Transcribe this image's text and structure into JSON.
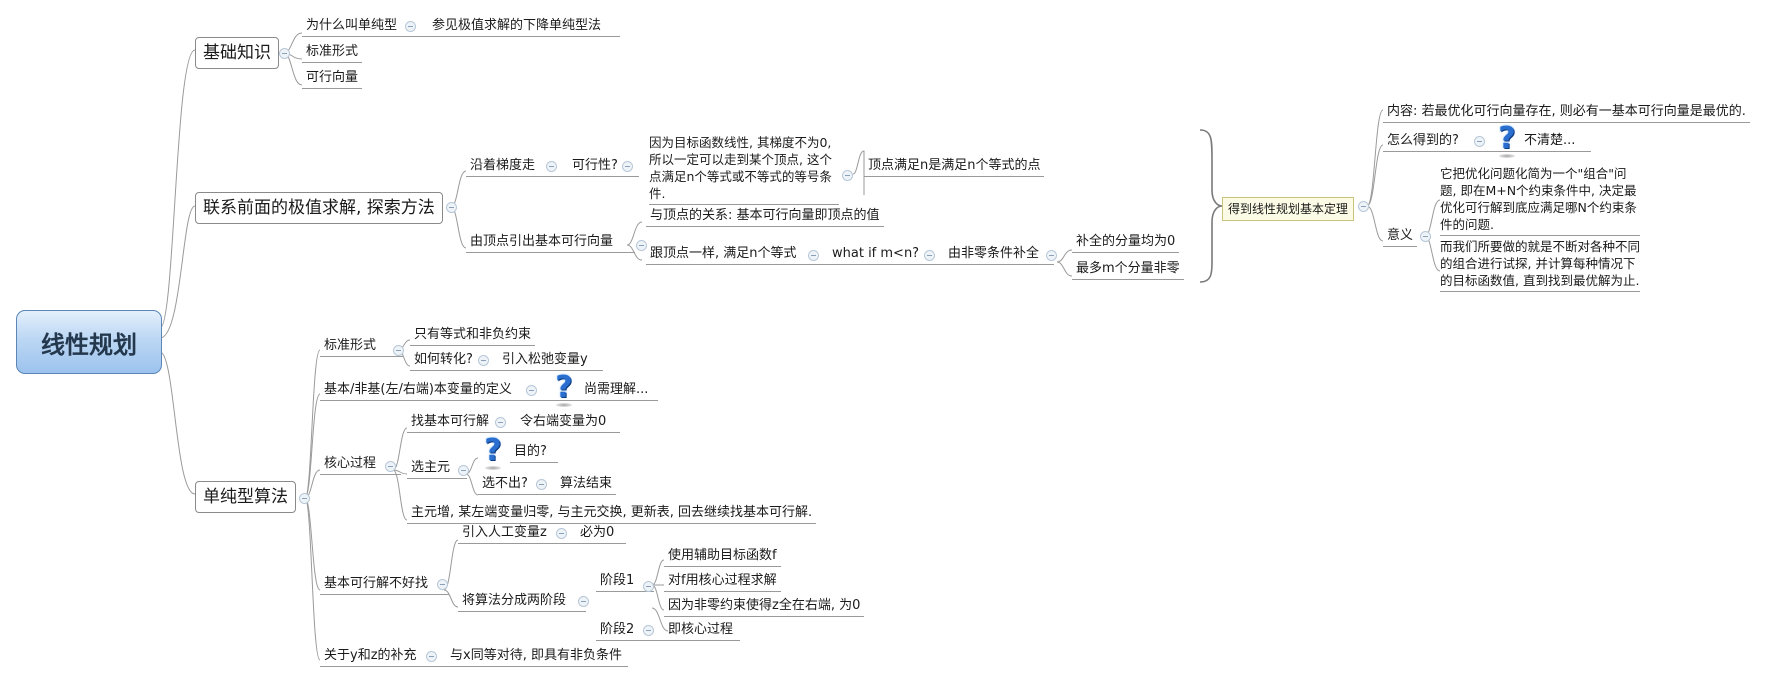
{
  "root": "线性规划",
  "basics": {
    "title": "基础知识",
    "why": "为什么叫单纯型",
    "why_ref": "参见极值求解的下降单纯型法",
    "std_form": "标准形式",
    "feasible_vec": "可行向量"
  },
  "explore": {
    "title": "联系前面的极值求解, 探索方法",
    "grad": "沿着梯度走",
    "feasibility": "可行性?",
    "reason": "因为目标函数线性, 其梯度不为0, 所以一定可以走到某个顶点, 这个点满足n个等式或不等式的等号条件.",
    "vertex_def": "顶点满足n是满足n个等式的点",
    "from_vertex": "由顶点引出基本可行向量",
    "vertex_rel": "与顶点的关系: 基本可行向量即顶点的值",
    "like_vertex": "跟顶点一样, 满足n个等式",
    "what_if": "what if m<n?",
    "complement": "由非零条件补全",
    "comp_all_zero": "补全的分量均为0",
    "at_most_m": "最多m个分量非零"
  },
  "theorem": {
    "label": "得到线性规划基本定理",
    "content": "内容: 若最优化可行向量存在, 则必有一基本可行向量是最优的.",
    "how": "怎么得到的?",
    "unclear": "不清楚...",
    "meaning": "意义",
    "meaning1": "它把优化问题化简为一个\"组合\"问题, 即在M+N个约束条件中, 决定最优化可行解到底应满足哪N个约束条件的问题.",
    "meaning2": "而我们所要做的就是不断对各种不同的组合进行试探, 并计算每种情况下的目标函数值, 直到找到最优解为止."
  },
  "simplex": {
    "title": "单纯型算法",
    "std_form": "标准形式",
    "only_eq": "只有等式和非负约束",
    "how_convert": "如何转化?",
    "slack": "引入松弛变量y",
    "basis_def": "基本/非基(左/右端)本变量的定义",
    "need_understand": "尚需理解...",
    "core": "核心过程",
    "find_bfs": "找基本可行解",
    "rhs_zero": "令右端变量为0",
    "choose_pivot": "选主元",
    "purpose": "目的?",
    "cannot_choose": "选不出?",
    "algo_end": "算法结束",
    "pivot_step": "主元增, 某左端变量归零, 与主元交换, 更新表, 回去继续找基本可行解.",
    "hard_bfs": "基本可行解不好找",
    "artificial": "引入人工变量z",
    "must_zero": "必为0",
    "two_phase": "将算法分成两阶段",
    "phase1": "阶段1",
    "aux_obj": "使用辅助目标函数f",
    "core_f": "对f用核心过程求解",
    "nonzero_cons": "因为非零约束使得z全在右端, 为0",
    "phase2": "阶段2",
    "core_proc": "即核心过程",
    "yz_note": "关于y和z的补充",
    "same_as_x": "与x同等对待, 即具有非负条件"
  }
}
